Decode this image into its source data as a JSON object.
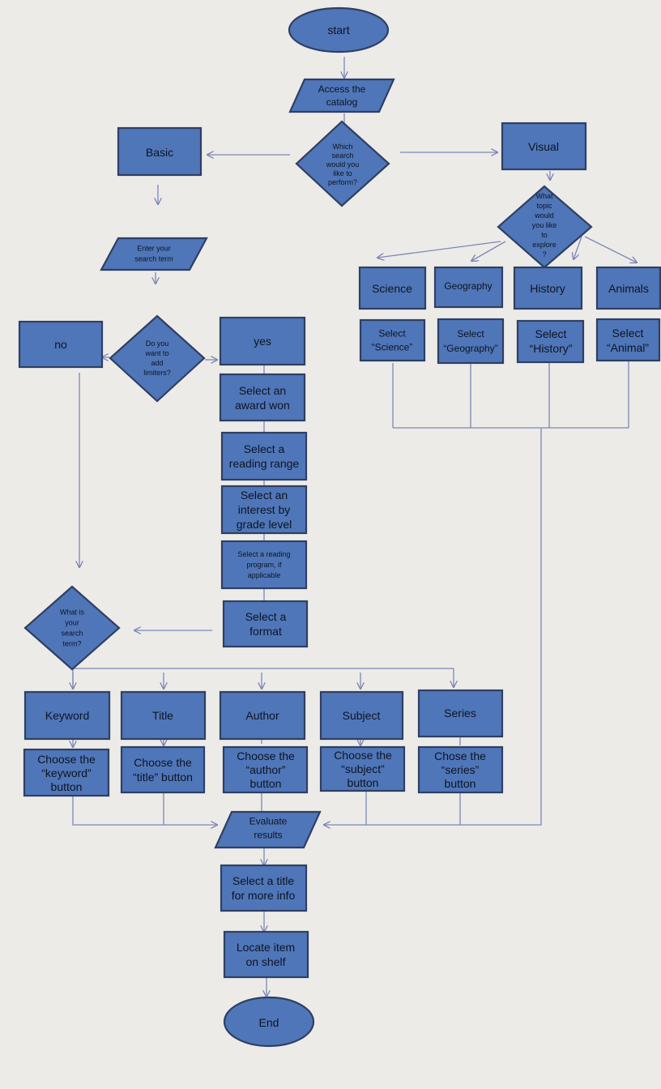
{
  "flowchart": {
    "start": "start",
    "access_catalog": [
      "Access the",
      "catalog"
    ],
    "which_search": [
      "Which",
      "search",
      "would you",
      "like to",
      "perform?"
    ],
    "basic": "Basic",
    "visual": "Visual",
    "enter_search_term": [
      "Enter your",
      "search term"
    ],
    "add_limiters": [
      "Do you",
      "want to",
      "add",
      "limiters?"
    ],
    "no": "no",
    "yes": "yes",
    "limiters": [
      [
        "Select an",
        "award won"
      ],
      [
        "Select a",
        "reading range"
      ],
      [
        "Select an",
        "interest by",
        "grade level"
      ],
      [
        "Select a reading",
        "program, if",
        "applicable"
      ],
      [
        "Select a",
        "format"
      ]
    ],
    "what_topic": [
      "What",
      "topic",
      "would",
      "you like",
      "to",
      "explore",
      "?"
    ],
    "topics": [
      "Science",
      "Geography",
      "History",
      "Animals"
    ],
    "topic_selects": [
      [
        "Select",
        "“Science”"
      ],
      [
        "Select",
        "“Geography”"
      ],
      [
        "Select",
        "“History”"
      ],
      [
        "Select",
        "“Animal”"
      ]
    ],
    "what_search_term": [
      "What is",
      "your",
      "search",
      "term?"
    ],
    "term_types": [
      "Keyword",
      "Title",
      "Author",
      "Subject",
      "Series"
    ],
    "term_buttons": [
      [
        "Choose the",
        "“keyword”",
        "button"
      ],
      [
        "Choose the",
        "“title” button"
      ],
      [
        "Choose the",
        "“author”",
        "button"
      ],
      [
        "Choose the",
        "“subject”",
        "button"
      ],
      [
        "Chose the",
        "“series”",
        "button"
      ]
    ],
    "evaluate_results": [
      "Evaluate",
      "results"
    ],
    "select_title": [
      "Select a title",
      "for more info"
    ],
    "locate_item": [
      "Locate item",
      "on shelf"
    ],
    "end": "End"
  },
  "colors": {
    "shape_fill": "#4f76b8",
    "shape_border": "#2f3f63",
    "connector": "#7f86b4",
    "background": "#ecebe8",
    "text": "#0e1422"
  }
}
